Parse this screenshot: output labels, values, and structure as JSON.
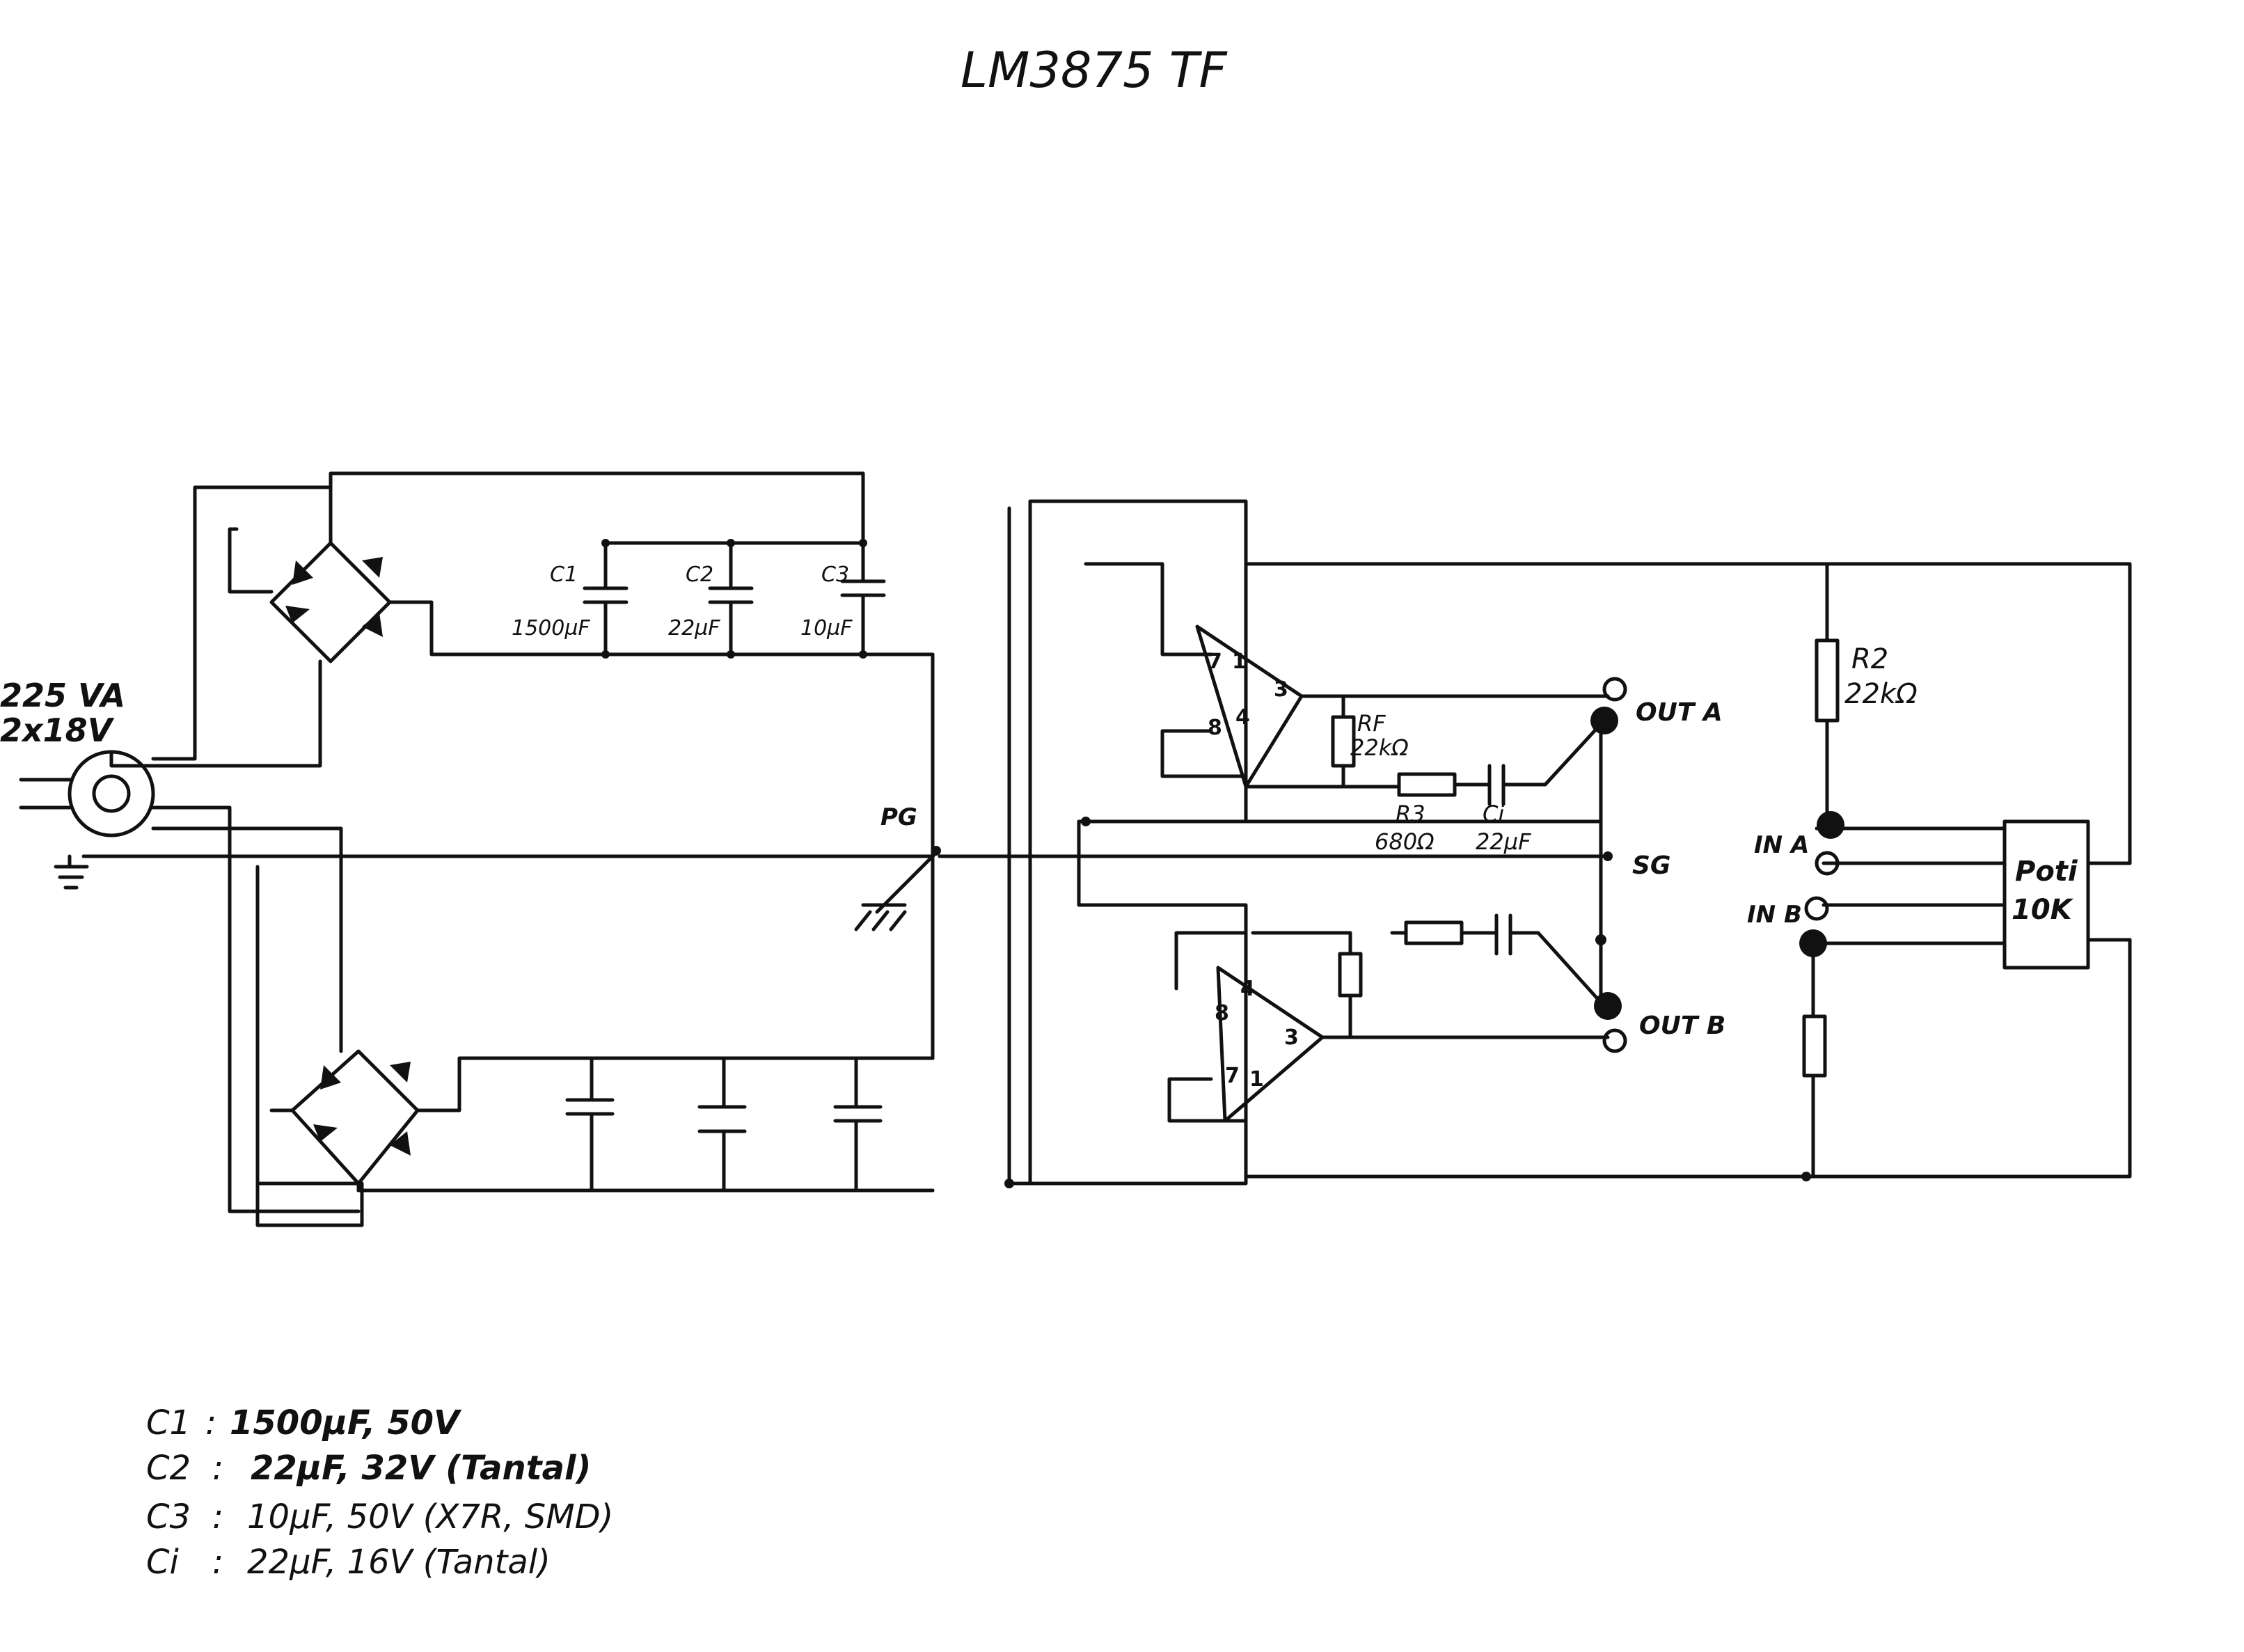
{
  "title": "LM3875 TF",
  "transformer": {
    "rating": "225 VA",
    "voltage": "2x18V"
  },
  "capacitors": {
    "c1": {
      "name": "C1",
      "value": "1500µF"
    },
    "c2": {
      "name": "C2",
      "value": "22µF"
    },
    "c3": {
      "name": "C3",
      "value": "10µF"
    }
  },
  "power_ground_label": "PG",
  "signal_ground_label": "SG",
  "resistors": {
    "rf": {
      "name": "RF",
      "value": "22kΩ"
    },
    "r3": {
      "name": "R3",
      "value": "680Ω"
    },
    "r2": {
      "name": "R2",
      "value": "22kΩ"
    },
    "ci": {
      "name": "Ci",
      "value": "22µF"
    }
  },
  "opamp_a_pins": [
    "7",
    "1",
    "8",
    "4",
    "3"
  ],
  "opamp_b_pins": [
    "8",
    "4",
    "3",
    "7",
    "1"
  ],
  "outputs": {
    "a": "OUT A",
    "b": "OUT B"
  },
  "inputs": {
    "a": "IN A",
    "b": "IN B"
  },
  "poti": {
    "line1": "Poti",
    "line2": "10K"
  },
  "notes": [
    {
      "name": "C1",
      "spec": "1500µF, 50V"
    },
    {
      "name": "C2",
      "spec": "22µF, 32V (Tantal)"
    },
    {
      "name": "C3",
      "spec": "10µF, 50V (X7R, SMD)"
    },
    {
      "name": "Ci",
      "spec": "22µF, 16V (Tantal)"
    }
  ],
  "notes_separator": ":"
}
